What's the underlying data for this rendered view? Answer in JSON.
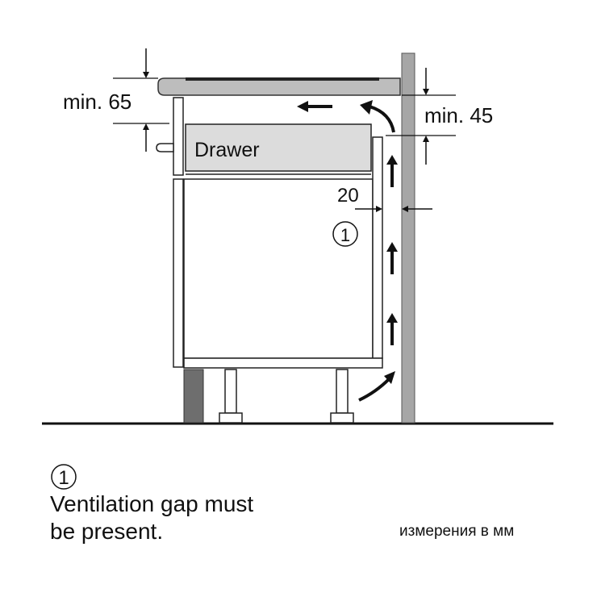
{
  "diagram": {
    "labels": {
      "drawer": "Drawer",
      "min_top": "min. 65",
      "min_side": "min. 45",
      "gap": "20",
      "marker": "1"
    },
    "note": {
      "marker": "1",
      "line1": "Ventilation gap must",
      "line2": "be present."
    },
    "units": "измерения в мм",
    "colors": {
      "line": "#111111",
      "wall": "#a6a6a6",
      "drawer_fill": "#dcdcdc",
      "worktop": "#bdbdbd",
      "plinth": "#6e6e6e"
    }
  }
}
